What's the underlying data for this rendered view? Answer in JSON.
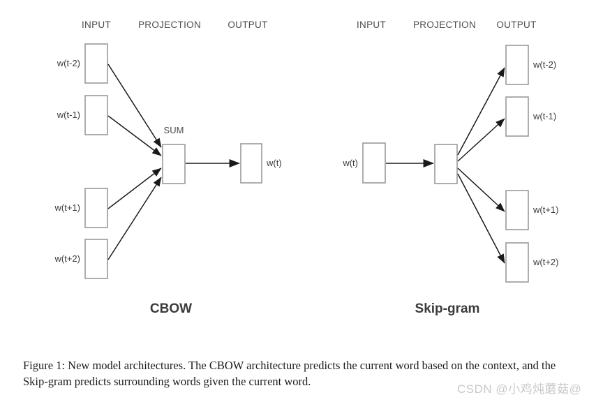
{
  "figure": {
    "caption_line1": "Figure 1: New model architectures. The CBOW architecture predicts the current word based on the",
    "caption_line2": "context, and the Skip-gram predicts surrounding words given the current word.",
    "watermark": "CSDN @小鸡炖蘑菇@",
    "colors": {
      "background": "#ffffff",
      "box_stroke": "#9a9a9a",
      "arrow": "#1a1a1a",
      "header_text": "#4d4d4d",
      "title_text": "#3b3b3b",
      "watermark_text": "#c9c9c9"
    }
  },
  "cbow": {
    "title": "CBOW",
    "headers": {
      "input": "INPUT",
      "projection": "PROJECTION",
      "output": "OUTPUT"
    },
    "sum_label": "SUM",
    "inputs": [
      {
        "label": "w(t-2)"
      },
      {
        "label": "w(t-1)"
      },
      {
        "label": "w(t+1)"
      },
      {
        "label": "w(t+2)"
      }
    ],
    "output": {
      "label": "w(t)"
    }
  },
  "skipgram": {
    "title": "Skip-gram",
    "headers": {
      "input": "INPUT",
      "projection": "PROJECTION",
      "output": "OUTPUT"
    },
    "input": {
      "label": "w(t)"
    },
    "outputs": [
      {
        "label": "w(t-2)"
      },
      {
        "label": "w(t-1)"
      },
      {
        "label": "w(t+1)"
      },
      {
        "label": "w(t+2)"
      }
    ]
  }
}
